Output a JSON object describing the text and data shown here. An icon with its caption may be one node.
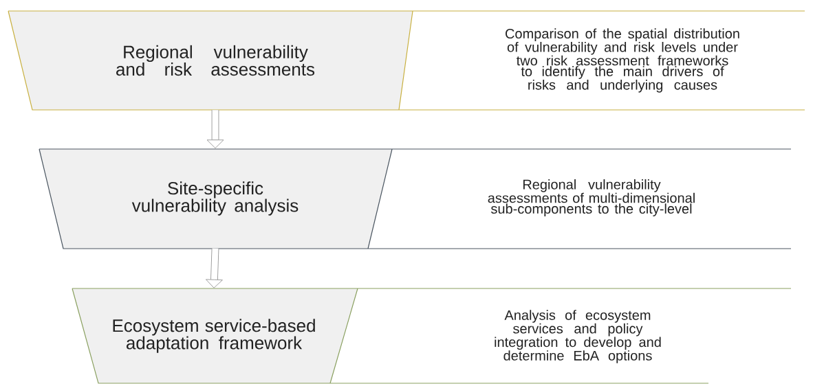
{
  "diagram": {
    "nodes": [
      {
        "text": [
          "Regional vulnerability and risk assessments",
          "Comparison of the spatial distribution of vulnerability and risk levels under two risk assessment frameworks to identify the main drivers of risks and underlying causes"
        ]
      },
      {
        "text": [
          "Site-specific vulnerability analysis",
          "Regional vulnerability assessments of multi-dimensional sub-components to the city-level"
        ]
      },
      {
        "text": [
          "Ecosystem service-based adaptation framework",
          "Analysis of ecosystem services and policy integration to develop and determine EbA options"
        ]
      }
    ],
    "edges": [
      {
        "from": 0,
        "to": 1,
        "arrow": "to"
      },
      {
        "from": 1,
        "to": 2,
        "arrow": "to"
      }
    ]
  }
}
